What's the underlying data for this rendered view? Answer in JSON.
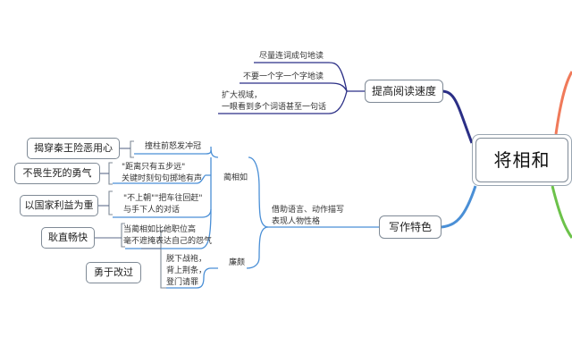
{
  "central_topic": "将相和",
  "branches": {
    "speed": {
      "title": "提高阅读速度",
      "items": [
        "尽量连词成句地读",
        "不要一个字一个字地读",
        "扩大视域，\n一眼看到多个词语甚至一句话"
      ]
    },
    "writing": {
      "title": "写作特色",
      "method": "借助语言、动作描写\n表现人物性格",
      "lin": {
        "label": "蔺相如",
        "facts": [
          "撞柱前怒发冲冠",
          "\"距离只有五步远\"\n关键时刻句句掷地有声",
          "\"不上朝\"\"把车往回赶\"\n与手下人的对话",
          "当蔺相如比他职位高\n毫不遮掩表达自己的怨气"
        ],
        "traits": [
          "揭穿秦王险恶用心",
          "不畏生死的勇气",
          "以国家利益为重",
          "耿直畅快"
        ]
      },
      "lian": {
        "label": "廉颇",
        "fact": "脱下战袍，\n背上荆条，\n登门请罪",
        "trait": "勇于改过"
      }
    }
  },
  "colors": {
    "speed_branch": "#2b2f86",
    "writing_branch": "#4a8fd6",
    "right_top": "#f07a5a",
    "right_bottom": "#6cc24a",
    "right_mid": "#f5c242",
    "detail_line": "#5c6b8a"
  }
}
